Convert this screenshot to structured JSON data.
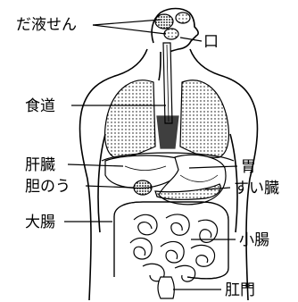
{
  "labels": {
    "salivary_glands": "だ液せん",
    "mouth": "口",
    "esophagus": "食道",
    "liver": "肝臓",
    "gallbladder": "胆のう",
    "stomach": "胃",
    "pancreas": "すい臓",
    "large_intestine": "大腸",
    "small_intestine": "小腸",
    "anus": "肛門"
  },
  "colors": {
    "ink": "#000000",
    "paper": "#ffffff",
    "shade_light": "#d9d9d9",
    "shade_mid": "#a6a6a6",
    "shade_dark": "#595959"
  }
}
